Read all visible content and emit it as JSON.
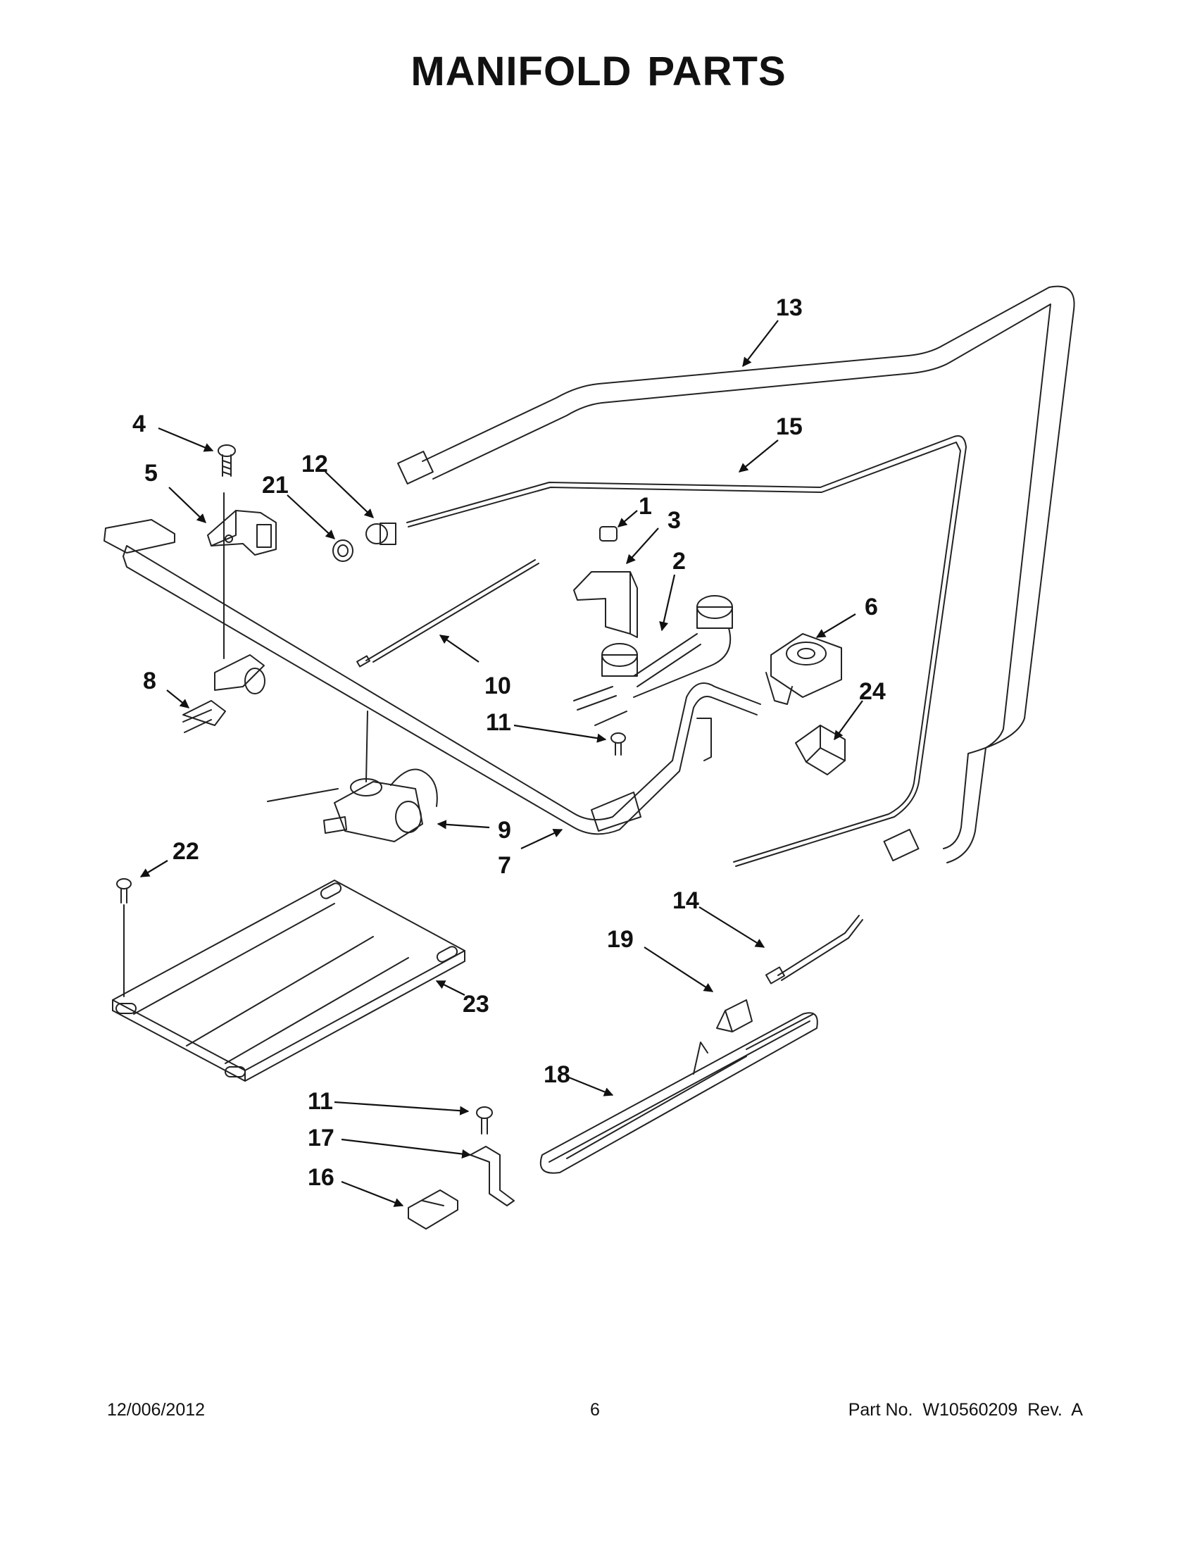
{
  "title": [
    "MANIFOLD",
    "PARTS"
  ],
  "callouts": {
    "c1": "1",
    "c2": "2",
    "c3": "3",
    "c4": "4",
    "c5": "5",
    "c6": "6",
    "c7": "7",
    "c8": "8",
    "c9": "9",
    "c10": "10",
    "c11a": "11",
    "c11b": "11",
    "c12": "12",
    "c13": "13",
    "c14": "14",
    "c15": "15",
    "c16": "16",
    "c17": "17",
    "c18": "18",
    "c19": "19",
    "c21": "21",
    "c22": "22",
    "c23": "23",
    "c24": "24"
  },
  "footer": {
    "date": "12/006/2012",
    "page": "6",
    "part_label": "Part No.",
    "part_number": "W10560209",
    "revision": "Rev.  A"
  }
}
